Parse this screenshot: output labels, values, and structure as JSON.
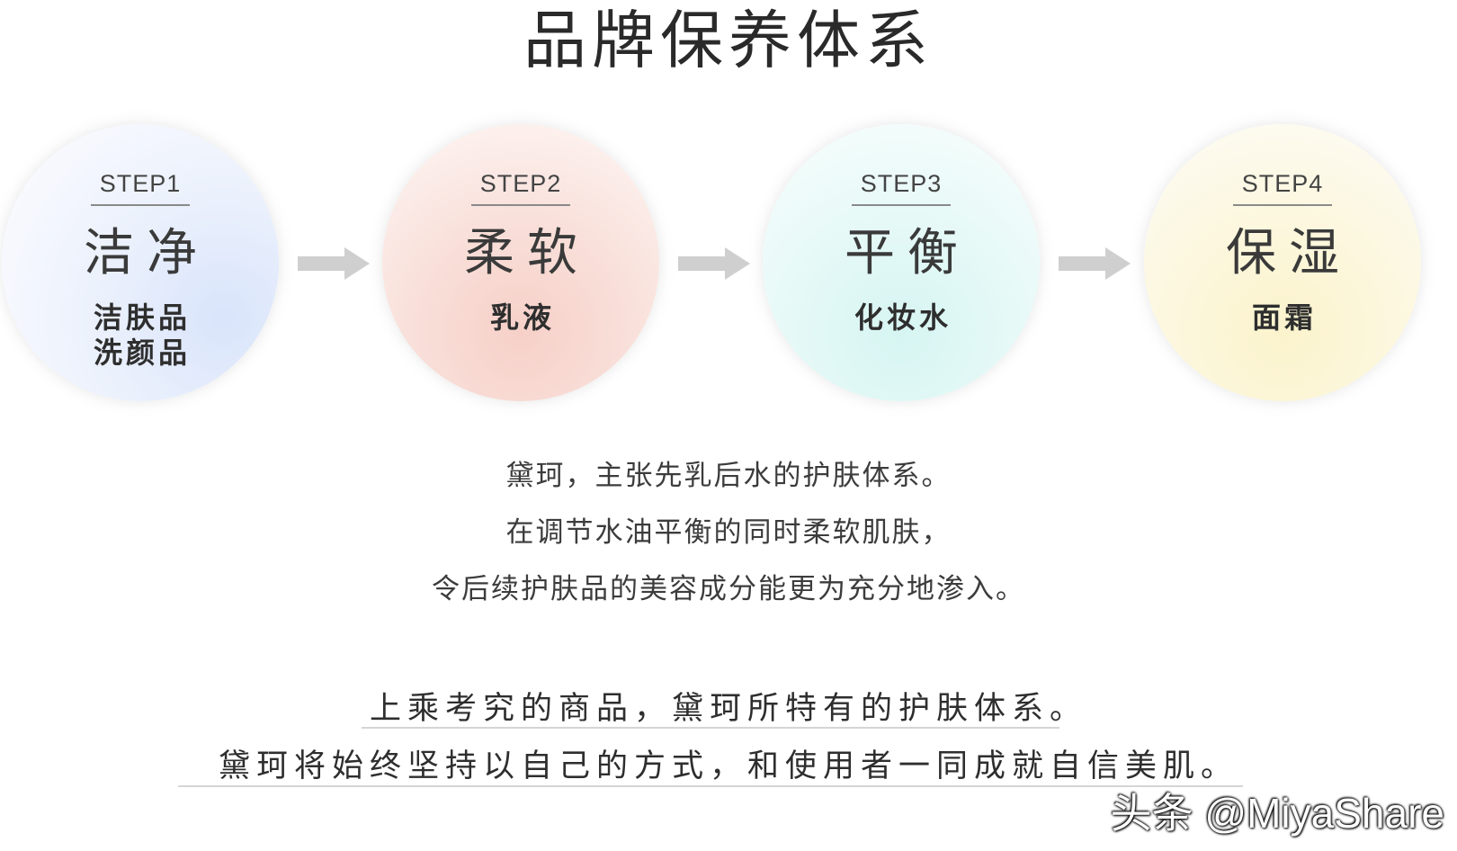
{
  "title": "品牌保养体系",
  "steps": [
    {
      "label": "STEP1",
      "name": "洁净",
      "products": [
        "洁肤品",
        "洗颜品"
      ],
      "color": "#dde7fb"
    },
    {
      "label": "STEP2",
      "name": "柔软",
      "products": [
        "乳液"
      ],
      "color": "#f7d6ce"
    },
    {
      "label": "STEP3",
      "name": "平衡",
      "products": [
        "化妆水"
      ],
      "color": "#dcf6f3"
    },
    {
      "label": "STEP4",
      "name": "保湿",
      "products": [
        "面霜"
      ],
      "color": "#fbf4d2"
    }
  ],
  "arrow_color": "#cfcfcf",
  "description": [
    "黛珂，主张先乳后水的护肤体系。",
    "在调节水油平衡的同时柔软肌肤，",
    "令后续护肤品的美容成分能更为充分地渗入。"
  ],
  "tagline": [
    "上乘考究的商品，黛珂所特有的护肤体系。",
    "黛珂将始终坚持以自己的方式，和使用者一同成就自信美肌。"
  ],
  "watermark": "头条 @MiyaShare"
}
